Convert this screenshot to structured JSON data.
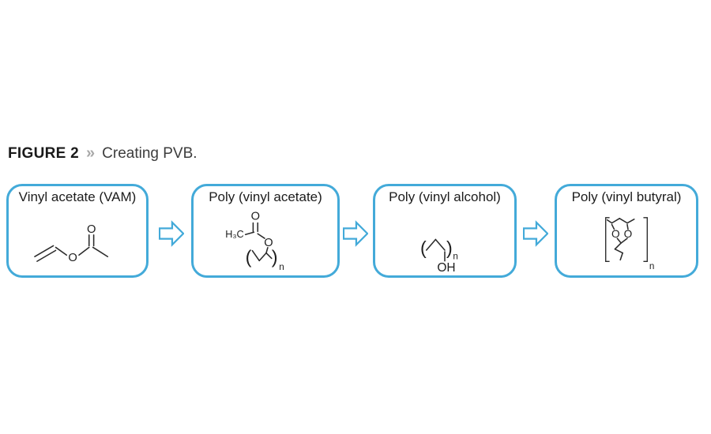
{
  "figure_header": {
    "label": "FIGURE 2",
    "separator": "»",
    "caption": "Creating PVB."
  },
  "steps": [
    {
      "label": "Vinyl acetate (VAM)",
      "atoms": {
        "carbonyl_o": "O",
        "ester_o": "O"
      }
    },
    {
      "label": "Poly (vinyl acetate)",
      "atoms": {
        "carbonyl_o": "O",
        "ester_o": "O",
        "methyl": "H₃C",
        "bracket_open": "(",
        "bracket_close": ")",
        "repeat_subscript": "n"
      }
    },
    {
      "label": "Poly (vinyl alcohol)",
      "atoms": {
        "bracket_open": "(",
        "bracket_close": ")",
        "repeat_subscript": "n",
        "hydroxyl": "OH"
      }
    },
    {
      "label": "Poly (vinyl butyral)",
      "atoms": {
        "oxygen_left": "O",
        "oxygen_right": "O",
        "repeat_subscript": "n"
      }
    }
  ],
  "colors": {
    "box_border": "#43AAD9",
    "arrow_outline": "#43AAD9",
    "title_text": "#1a1a1a",
    "caption_text": "#3d3d3d",
    "separator_gray": "#a8a8a8",
    "structure_lines": "#2b2b2b",
    "background": "#ffffff"
  }
}
